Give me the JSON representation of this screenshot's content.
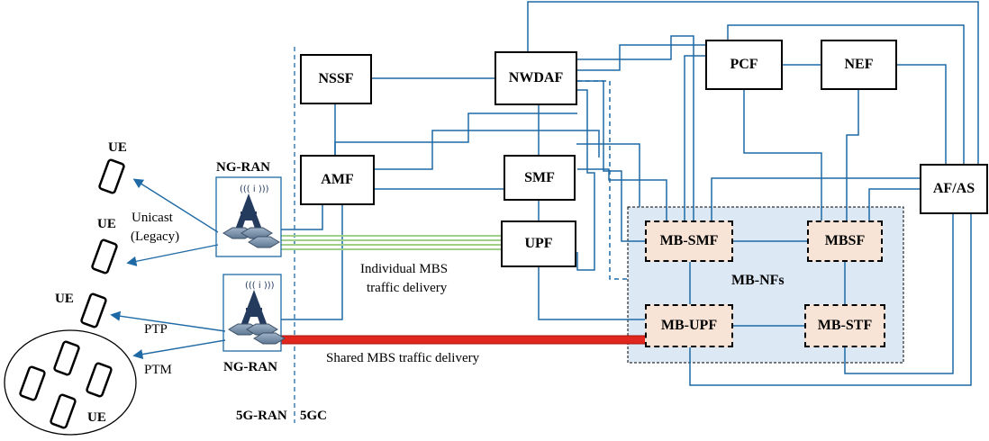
{
  "core_nfs": {
    "nssf": "NSSF",
    "nwdaf": "NWDAF",
    "pcf": "PCF",
    "nef": "NEF",
    "amf": "AMF",
    "smf": "SMF",
    "upf": "UPF",
    "af_as": "AF/AS"
  },
  "mb_nfs": {
    "group_label": "MB-NFs",
    "mb_smf": "MB-SMF",
    "mbsf": "MBSF",
    "mb_upf": "MB-UPF",
    "mb_stf": "MB-STF"
  },
  "ran": {
    "top_label": "NG-RAN",
    "bottom_label": "NG-RAN",
    "left_domain": "5G-RAN",
    "right_domain": "5GC"
  },
  "ue": {
    "label": "UE"
  },
  "delivery": {
    "unicast_line1": "Unicast",
    "unicast_line2": "(Legacy)",
    "individual_line1": "Individual MBS",
    "individual_line2": "traffic delivery",
    "shared": "Shared MBS traffic delivery",
    "ptp": "PTP",
    "ptm": "PTM"
  },
  "colors": {
    "interface_line": "#1f6aa5",
    "mb_nf_fill": "#f8e4d6",
    "mb_region_fill": "#dde8f5",
    "individual_delivery": "#9fd08a",
    "shared_delivery": "#e0261d",
    "tower": "#243b5e"
  }
}
